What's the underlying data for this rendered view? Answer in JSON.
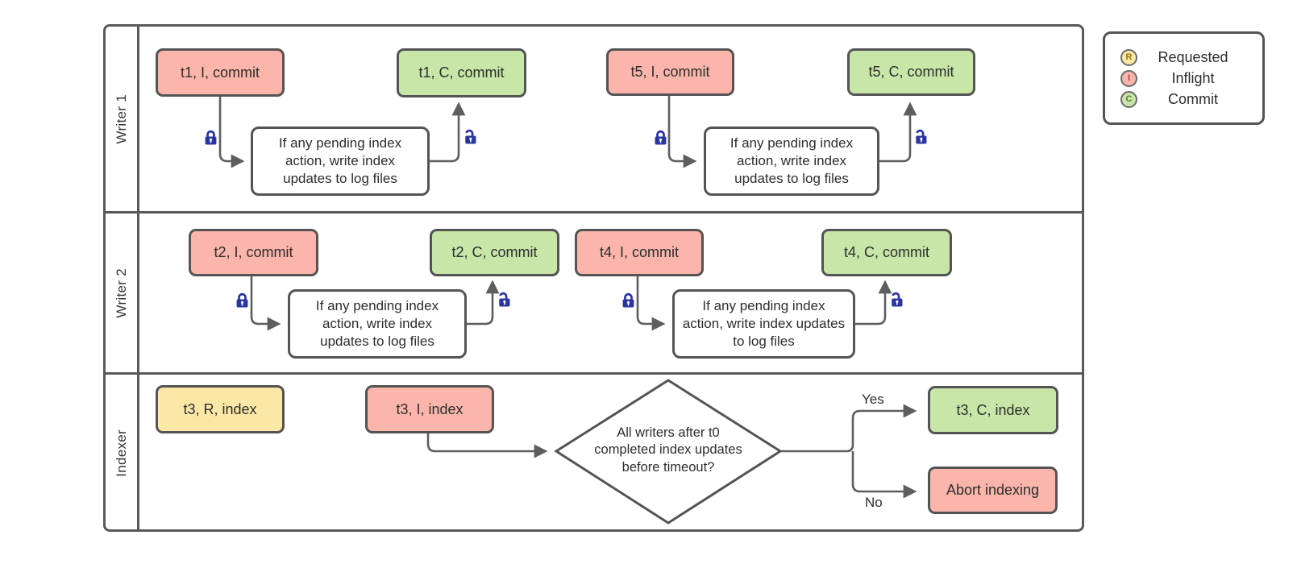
{
  "lanes": {
    "writer1": "Writer 1",
    "writer2": "Writer 2",
    "indexer": "Indexer"
  },
  "writer1": {
    "t1_inflight": "t1, I, commit",
    "t1_commit": "t1, C, commit",
    "process1": "If any pending index action, write index updates to log files",
    "t5_inflight": "t5, I, commit",
    "process2": "If any pending index action, write index updates to log files",
    "t5_commit": "t5, C, commit"
  },
  "writer2": {
    "t2_inflight": "t2, I, commit",
    "t2_commit": "t2, C, commit",
    "process1": "If any pending index action, write index updates to log files",
    "t4_inflight": "t4, I, commit",
    "process2": "If any pending index action, write index updates to log files",
    "t4_commit": "t4, C, commit"
  },
  "indexer": {
    "t3_requested": "t3, R, index",
    "t3_inflight": "t3, I, index",
    "decision": "All writers after t0 completed index updates before timeout?",
    "yes_label": "Yes",
    "no_label": "No",
    "t3_commit": "t3, C, index",
    "abort": "Abort indexing"
  },
  "legend": {
    "items": [
      {
        "symbol": "R",
        "label": "Requested",
        "color": "#fbe8a6",
        "letter_color": "#96780a"
      },
      {
        "symbol": "I",
        "label": "Inflight",
        "color": "#fbb5ab",
        "letter_color": "#9c4a42"
      },
      {
        "symbol": "C",
        "label": "Commit",
        "color": "#c8e6a8",
        "letter_color": "#567f33"
      }
    ]
  },
  "colors": {
    "requested": "#fbe8a6",
    "inflight": "#fbb5ab",
    "commit": "#c8e6a8",
    "lock": "#2a35a0",
    "line": "#5e5e5e",
    "border": "#595959"
  }
}
